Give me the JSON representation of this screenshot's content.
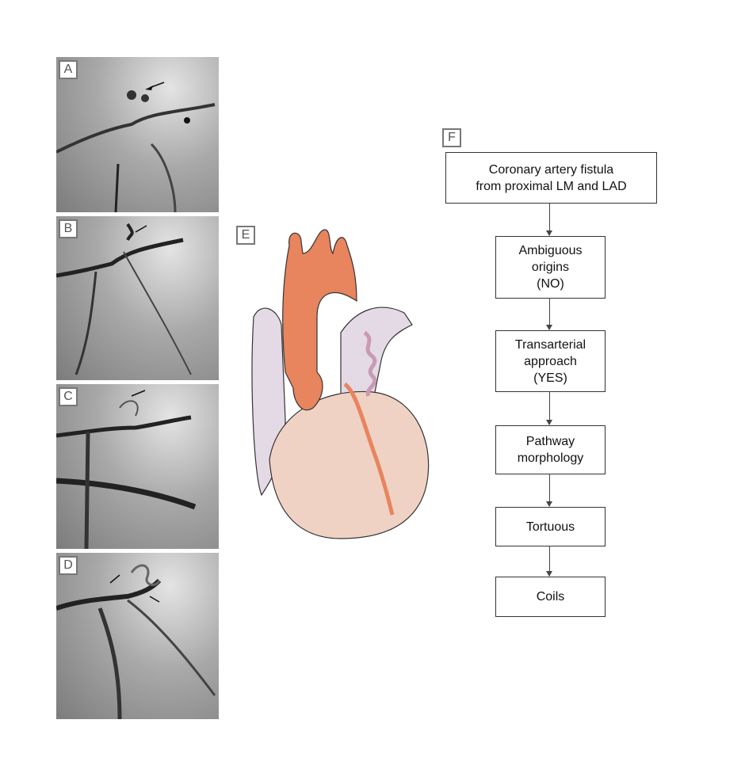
{
  "panels": {
    "a": {
      "label": "A"
    },
    "b": {
      "label": "B"
    },
    "c": {
      "label": "C"
    },
    "d": {
      "label": "D"
    },
    "e": {
      "label": "E"
    },
    "f": {
      "label": "F"
    }
  },
  "flowchart": {
    "steps": [
      "Coronary artery fistula\nfrom proximal LM and LAD",
      "Ambiguous\norigins\n(NO)",
      "Transarterial\napproach\n(YES)",
      "Pathway\nmorphology",
      "Tortuous",
      "Coils"
    ]
  },
  "colors": {
    "aorta": "#e8845e",
    "heart": "#f0d2c4",
    "atrium": "#e4dae6",
    "fistula": "#c99ab3"
  }
}
